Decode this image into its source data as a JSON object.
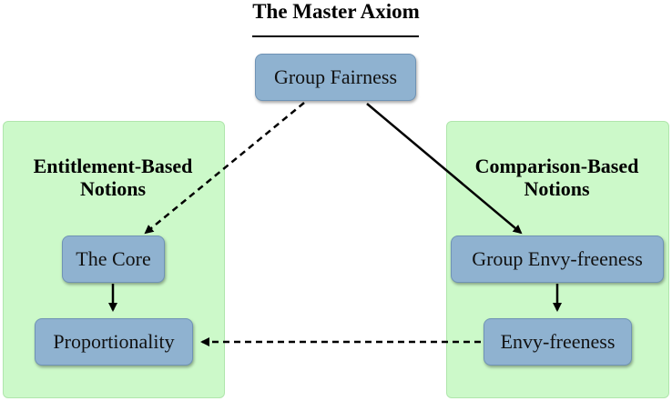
{
  "title": "The Master Axiom",
  "panels": {
    "left": {
      "heading_line1": "Entitlement-Based",
      "heading_line2": "Notions"
    },
    "right": {
      "heading_line1": "Comparison-Based",
      "heading_line2": "Notions"
    }
  },
  "nodes": {
    "group_fairness": "Group Fairness",
    "the_core": "The Core",
    "proportionality": "Proportionality",
    "group_envy_freeness": "Group Envy-freeness",
    "envy_freeness": "Envy-freeness"
  },
  "edges": [
    {
      "from": "group_fairness",
      "to": "the_core",
      "style": "dashed"
    },
    {
      "from": "group_fairness",
      "to": "group_envy_freeness",
      "style": "solid"
    },
    {
      "from": "the_core",
      "to": "proportionality",
      "style": "solid"
    },
    {
      "from": "group_envy_freeness",
      "to": "envy_freeness",
      "style": "solid"
    },
    {
      "from": "envy_freeness",
      "to": "proportionality",
      "style": "dashed"
    }
  ]
}
